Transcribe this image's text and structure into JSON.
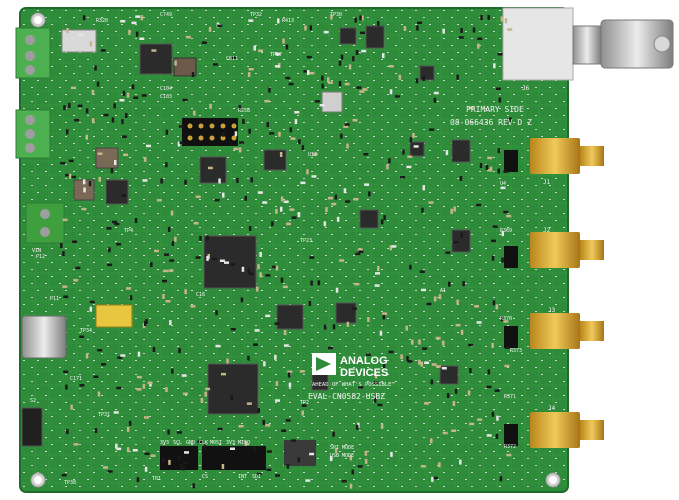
{
  "board": {
    "side_label": "PRIMARY SIDE",
    "part_number": "08-066436 REV D Z",
    "eval_name": "EVAL-CN0582-USBZ",
    "brand_line1": "ANALOG",
    "brand_line2": "DEVICES",
    "tagline": "AHEAD OF WHAT'S POSSIBLE™",
    "spi_mode": "SPI MODE",
    "usb_mode": "USB MODE",
    "connector_labels": [
      "J6",
      "J1",
      "J2",
      "J3",
      "J4"
    ],
    "header_labels": [
      "3V3",
      "SCL",
      "GND",
      "CLK",
      "MOSI",
      "3V3",
      "MISO",
      "CS",
      "INT",
      "SDI"
    ],
    "refdes": [
      "R320",
      "C749",
      "TP32",
      "R413",
      "TP30",
      "C104",
      "C103",
      "R258",
      "TP4",
      "P12",
      "P11",
      "C16",
      "TP34",
      "C171",
      "TP31",
      "S2",
      "TP38",
      "R371",
      "R373",
      "R369",
      "R370",
      "U12",
      "U4",
      "A1",
      "TP27",
      "C811",
      "VIN",
      "TP2",
      "TP23",
      "TP1",
      "R372"
    ]
  },
  "colors": {
    "pcb": "#2e8b3a",
    "pcb_dark": "#1f6b2a",
    "silkscreen": "#f2f2f2",
    "chip": "#2b2b2b",
    "gold": "#d4a62a",
    "terminal": "#4caf50"
  }
}
